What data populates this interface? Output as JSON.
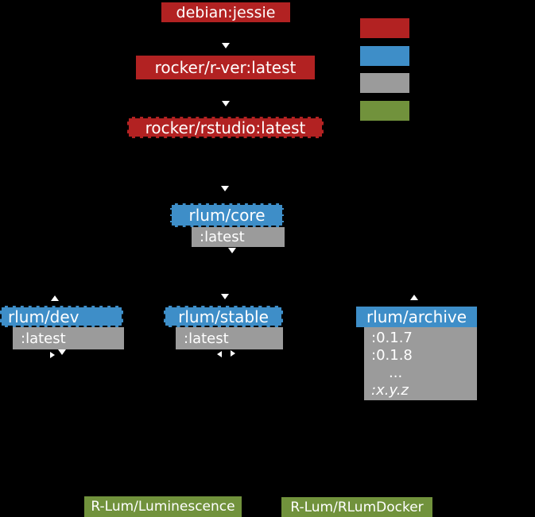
{
  "palette": {
    "base_image_red": "#B22222",
    "rlum_image_blue": "#3E8EC8",
    "tag_gray": "#9B9B9B",
    "repo_green": "#71923C",
    "text": "#FFFFFF",
    "background": "#000000"
  },
  "nodes": {
    "debian": {
      "label": "debian:jessie"
    },
    "r_ver": {
      "label": "rocker/r-ver:latest"
    },
    "rstudio": {
      "label": "rocker/rstudio:latest"
    },
    "core": {
      "label": "rlum/core",
      "tags": [
        ":latest"
      ]
    },
    "dev": {
      "label": "rlum/dev",
      "tags": [
        ":latest"
      ]
    },
    "stable": {
      "label": "rlum/stable",
      "tags": [
        ":latest"
      ]
    },
    "archive": {
      "label": "rlum/archive",
      "tags": [
        ":0.1.7",
        ":0.1.8",
        "...",
        ":x.y.z"
      ]
    }
  },
  "repos": [
    {
      "label": "R-Lum/Luminescence"
    },
    {
      "label": "R-Lum/RLumDocker"
    }
  ],
  "legend": {
    "swatches": [
      {
        "name": "red-swatch",
        "hex": "#B22222"
      },
      {
        "name": "blue-swatch",
        "hex": "#3E8EC8"
      },
      {
        "name": "gray-swatch",
        "hex": "#9B9B9B"
      },
      {
        "name": "green-swatch",
        "hex": "#71923C"
      }
    ]
  }
}
